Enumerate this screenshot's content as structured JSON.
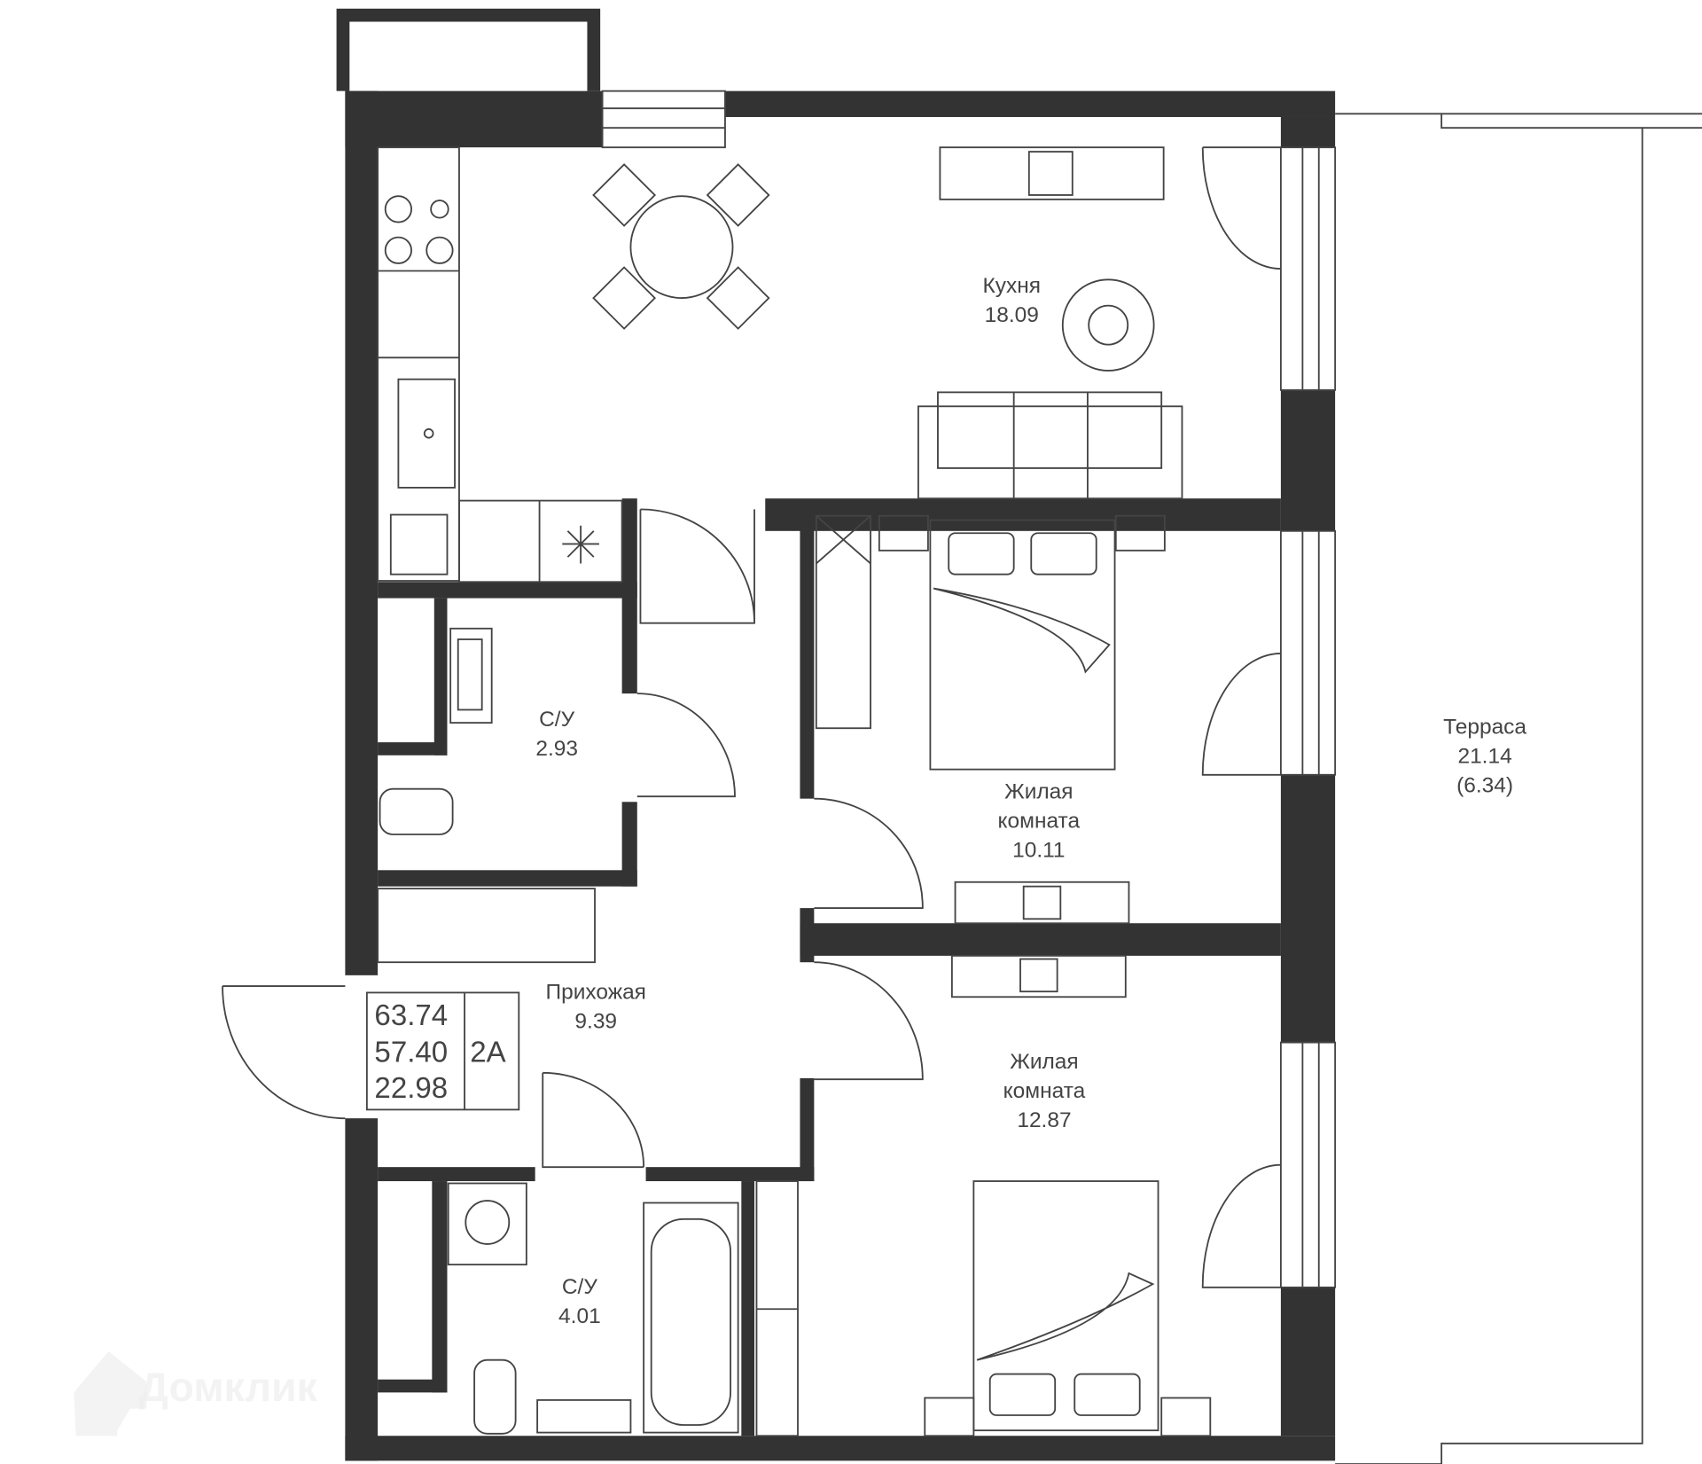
{
  "plan": {
    "rooms": [
      {
        "name": "Кухня",
        "area": "18.09"
      },
      {
        "name": "С/У",
        "area": "2.93"
      },
      {
        "name": "Жилая",
        "name2": "комната",
        "area": "10.11"
      },
      {
        "name": "Терраса",
        "area": "21.14",
        "area2": "(6.34)"
      },
      {
        "name": "Прихожая",
        "area": "9.39"
      },
      {
        "name": "Жилая",
        "name2": "комната",
        "area": "12.87"
      },
      {
        "name": "С/У",
        "area": "4.01"
      }
    ],
    "summary": {
      "total": "63.74",
      "living_total": "57.40",
      "living": "22.98",
      "type": "2А"
    },
    "watermark": "Домклик",
    "wall_color": "#333333"
  }
}
